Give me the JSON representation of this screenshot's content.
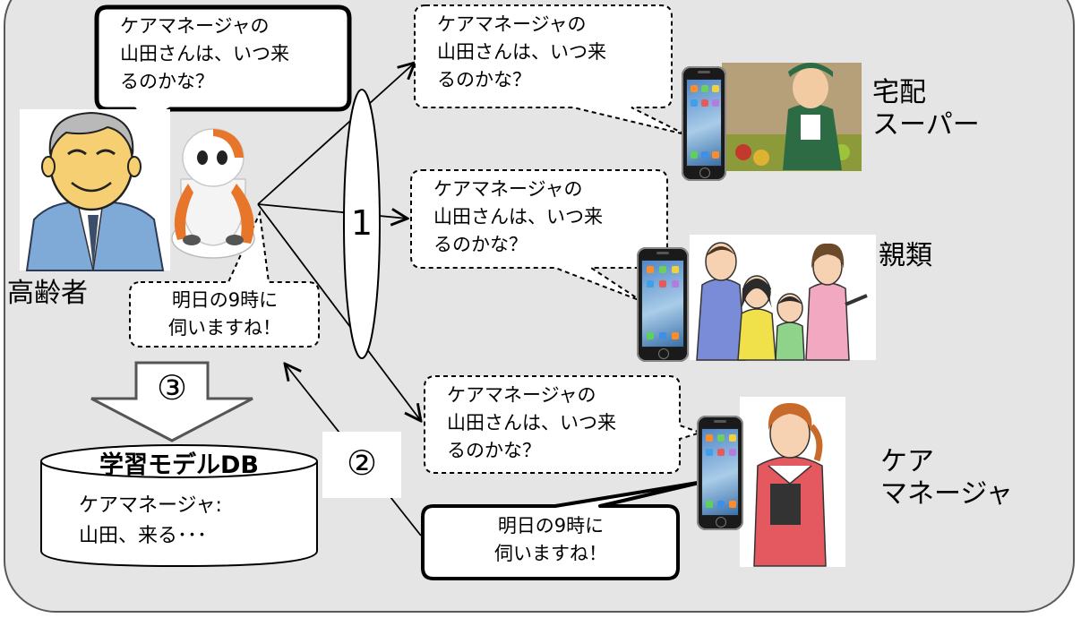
{
  "bubbles": {
    "elder_question": [
      "ケアマネージャの",
      "山田さんは、いつ来",
      "るのかな？"
    ],
    "robot_reply": [
      "明日の9時に",
      "伺いますね！"
    ],
    "supermarket_question": [
      "ケアマネージャの",
      "山田さんは、いつ来",
      "るのかな？"
    ],
    "relatives_question": [
      "ケアマネージャの",
      "山田さんは、いつ来",
      "るのかな？"
    ],
    "caremanager_question": [
      "ケアマネージャの",
      "山田さんは、いつ来",
      "るのかな？"
    ],
    "caremanager_reply": [
      "明日の9時に",
      "伺いますね！"
    ]
  },
  "labels": {
    "elder": "高齢者",
    "supermarket": [
      "宅配",
      "スーパー"
    ],
    "relatives": "親類",
    "caremanager": [
      "ケア",
      "マネージャ"
    ]
  },
  "steps": {
    "one": "1",
    "two": "②",
    "three": "③"
  },
  "database": {
    "title": "学習モデルDB",
    "content": [
      "ケアマネージャ:",
      "山田、来る･･･"
    ]
  },
  "colors": {
    "panel": "#e5e5e5",
    "robot_accent": "#e8762a",
    "apron": "#e4595f"
  }
}
